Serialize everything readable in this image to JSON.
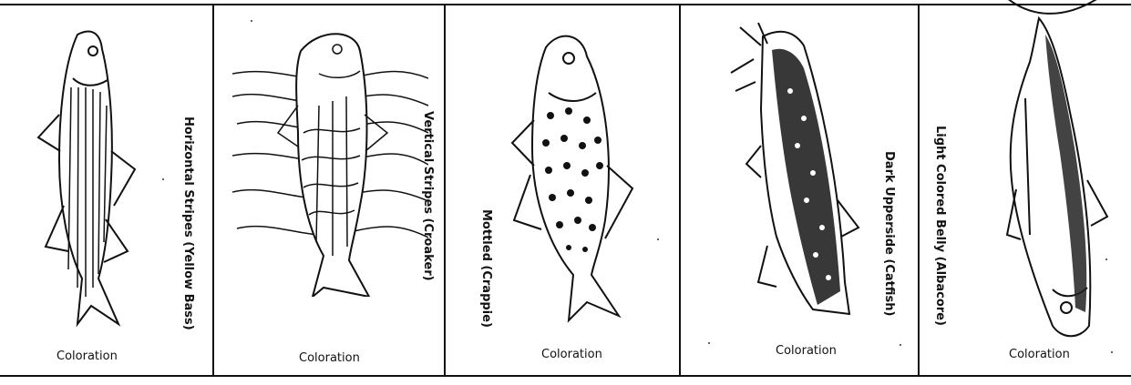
{
  "panels": [
    {
      "label": "Horizontal Stripes (Yellow Bass)",
      "caption": "Coloration",
      "icon": "striped-bass-fish-drawing"
    },
    {
      "label": "Vertical Stripes (Croaker)",
      "caption": "Coloration",
      "icon": "croaker-fish-drawing"
    },
    {
      "label": "Mottled (Crappie)",
      "caption": "Coloration",
      "icon": "crappie-fish-drawing"
    },
    {
      "label": "Dark Upperside (Catfish)",
      "caption": "Coloration",
      "icon": "catfish-drawing"
    },
    {
      "label": "Light Colored Belly (Albacore)",
      "caption": "Coloration",
      "icon": "albacore-fish-drawing"
    }
  ]
}
